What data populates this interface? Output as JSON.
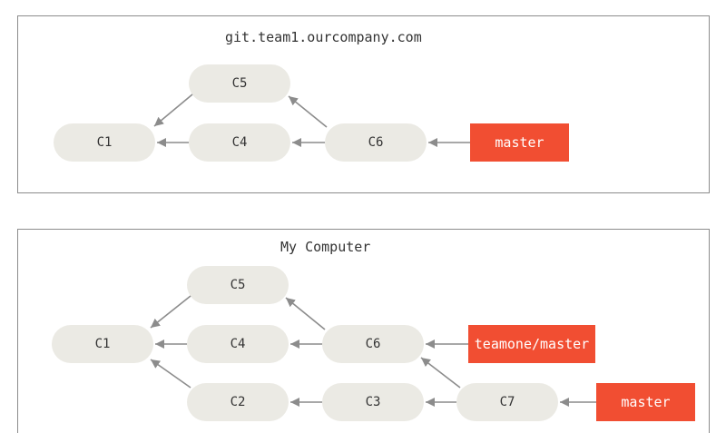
{
  "top": {
    "title": "git.team1.ourcompany.com",
    "nodes": {
      "c1": "C1",
      "c4": "C4",
      "c5": "C5",
      "c6": "C6"
    },
    "branches": {
      "master": "master"
    }
  },
  "bottom": {
    "title": "My Computer",
    "nodes": {
      "c1": "C1",
      "c2": "C2",
      "c3": "C3",
      "c4": "C4",
      "c5": "C5",
      "c6": "C6",
      "c7": "C7"
    },
    "branches": {
      "teamone_master": "teamone/master",
      "master": "master"
    }
  },
  "colors": {
    "node_fill": "#ebeae4",
    "branch_fill": "#f14e32",
    "arrow": "#8c8c8c",
    "border": "#8c8c8c"
  }
}
